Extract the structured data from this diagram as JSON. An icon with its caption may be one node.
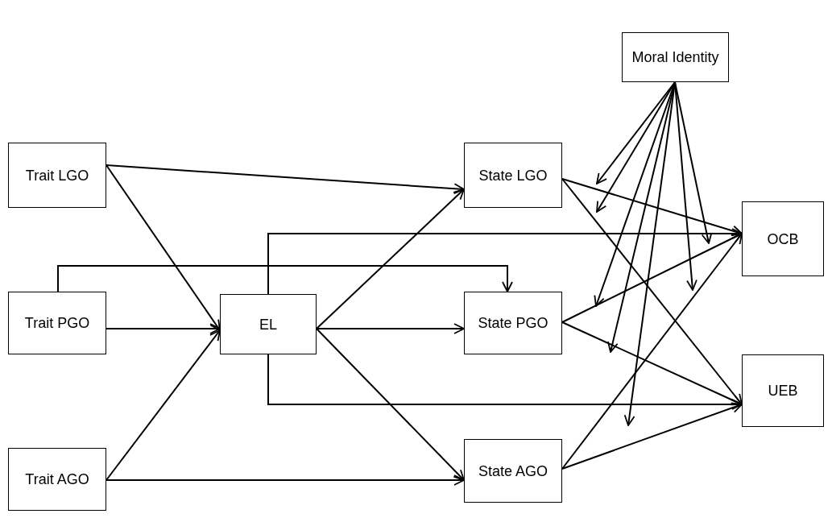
{
  "diagram": {
    "nodes": [
      {
        "text": [
          "Moral Identity"
        ]
      },
      {
        "text": [
          "Trait LGO"
        ]
      },
      {
        "text": [
          "Trait PGO"
        ]
      },
      {
        "text": [
          "Trait AGO"
        ]
      },
      {
        "text": [
          "EL"
        ]
      },
      {
        "text": [
          "State LGO"
        ]
      },
      {
        "text": [
          "State PGO"
        ]
      },
      {
        "text": [
          "State AGO"
        ]
      },
      {
        "text": [
          "OCB"
        ]
      },
      {
        "text": [
          "UEB"
        ]
      }
    ],
    "edges": [
      {
        "from": 1,
        "to": 4,
        "arrow": "to"
      },
      {
        "from": 1,
        "to": 5,
        "arrow": "to"
      },
      {
        "from": 2,
        "to": 4,
        "arrow": "to"
      },
      {
        "from": 2,
        "to": 6,
        "arrow": "to"
      },
      {
        "from": 3,
        "to": 4,
        "arrow": "to"
      },
      {
        "from": 3,
        "to": 7,
        "arrow": "to"
      },
      {
        "from": 4,
        "to": 5,
        "arrow": "to"
      },
      {
        "from": 4,
        "to": 6,
        "arrow": "to"
      },
      {
        "from": 4,
        "to": 7,
        "arrow": "to"
      },
      {
        "from": 4,
        "to": 8,
        "arrow": "to"
      },
      {
        "from": 4,
        "to": 9,
        "arrow": "to"
      },
      {
        "from": 5,
        "to": 8,
        "arrow": "to"
      },
      {
        "from": 5,
        "to": 9,
        "arrow": "to"
      },
      {
        "from": 6,
        "to": 8,
        "arrow": "to"
      },
      {
        "from": 6,
        "to": 9,
        "arrow": "to"
      },
      {
        "from": 7,
        "to": 8,
        "arrow": "to"
      },
      {
        "from": 7,
        "to": 9,
        "arrow": "to"
      },
      {
        "from": 0,
        "to": null,
        "arrow": "to"
      },
      {
        "from": 0,
        "to": null,
        "arrow": "to"
      },
      {
        "from": 0,
        "to": null,
        "arrow": "to"
      },
      {
        "from": 0,
        "to": null,
        "arrow": "to"
      },
      {
        "from": 0,
        "to": null,
        "arrow": "to"
      },
      {
        "from": 0,
        "to": null,
        "arrow": "to"
      },
      {
        "from": 0,
        "to": null,
        "arrow": "to"
      }
    ]
  }
}
